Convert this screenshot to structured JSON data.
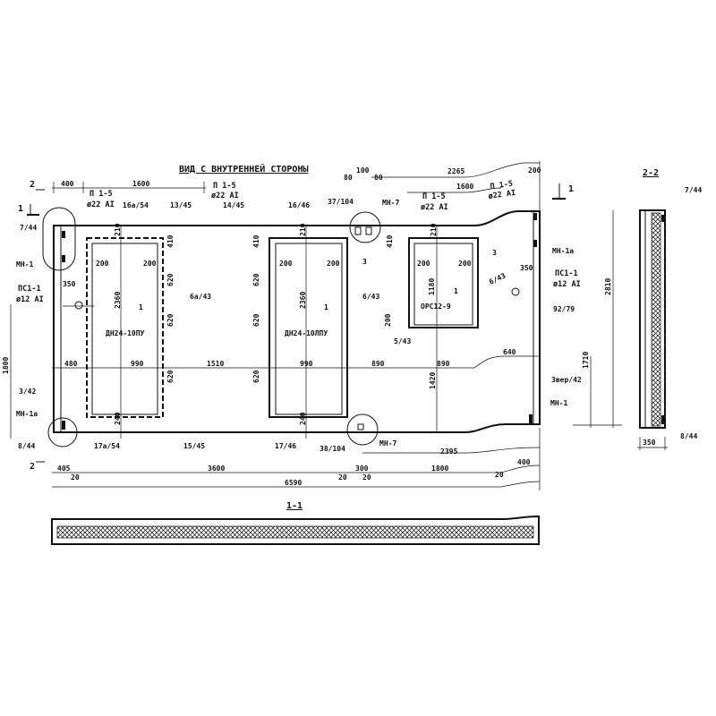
{
  "title": "ВИД С ВНУТРЕННЕЙ СТОРОНЫ",
  "section_1_1": "1-1",
  "section_2_2": "2-2",
  "cut_marks": {
    "a": "1",
    "b": "2",
    "c": "1",
    "d": "2"
  },
  "rebar": {
    "p": "П 1-5",
    "d22": "ø22 AI",
    "pc": "ПС1-1",
    "d12": "ø12 AI"
  },
  "refs": {
    "r16a54": "16а/54",
    "r13_45": "13/45",
    "r14_45": "14/45",
    "r16_46": "16/46",
    "r37_104": "37/104",
    "r7_44": "7/44",
    "r3_42": "3/42",
    "r8_44": "8/44",
    "r17a54": "17а/54",
    "r15_45": "15/45",
    "r17_46": "17/46",
    "r38_104": "38/104",
    "r6a43": "6а/43",
    "r6_43": "6/43",
    "r5_43": "5/43",
    "r92_79": "92/79",
    "r3ver42": "3вер/42",
    "r3": "3",
    "one": "1"
  },
  "embedded": {
    "mn1": "МН-1",
    "mn1a": "МН-1а",
    "mn7": "МН-7"
  },
  "openings": {
    "door1": "ДН24-10ПУ",
    "door2": "ДН24-10ЛПУ",
    "window": "ОРС12-9"
  },
  "dims": {
    "d400": "400",
    "d1600": "1600",
    "d80": "80",
    "d100": "100",
    "d2265": "2265",
    "d200": "200",
    "d210": "210",
    "d410": "410",
    "d620": "620",
    "d2360": "2360",
    "d1180": "1180",
    "d350": "350",
    "d1800": "1800",
    "d480": "480",
    "d990": "990",
    "d1510": "1510",
    "d890": "890",
    "d640": "640",
    "d1420": "1420",
    "d240": "240",
    "d1710": "1710",
    "d2810": "2810",
    "d2395": "2395",
    "d405": "405",
    "d3600": "3600",
    "d300": "300",
    "d20": "20",
    "d6590": "6590"
  }
}
